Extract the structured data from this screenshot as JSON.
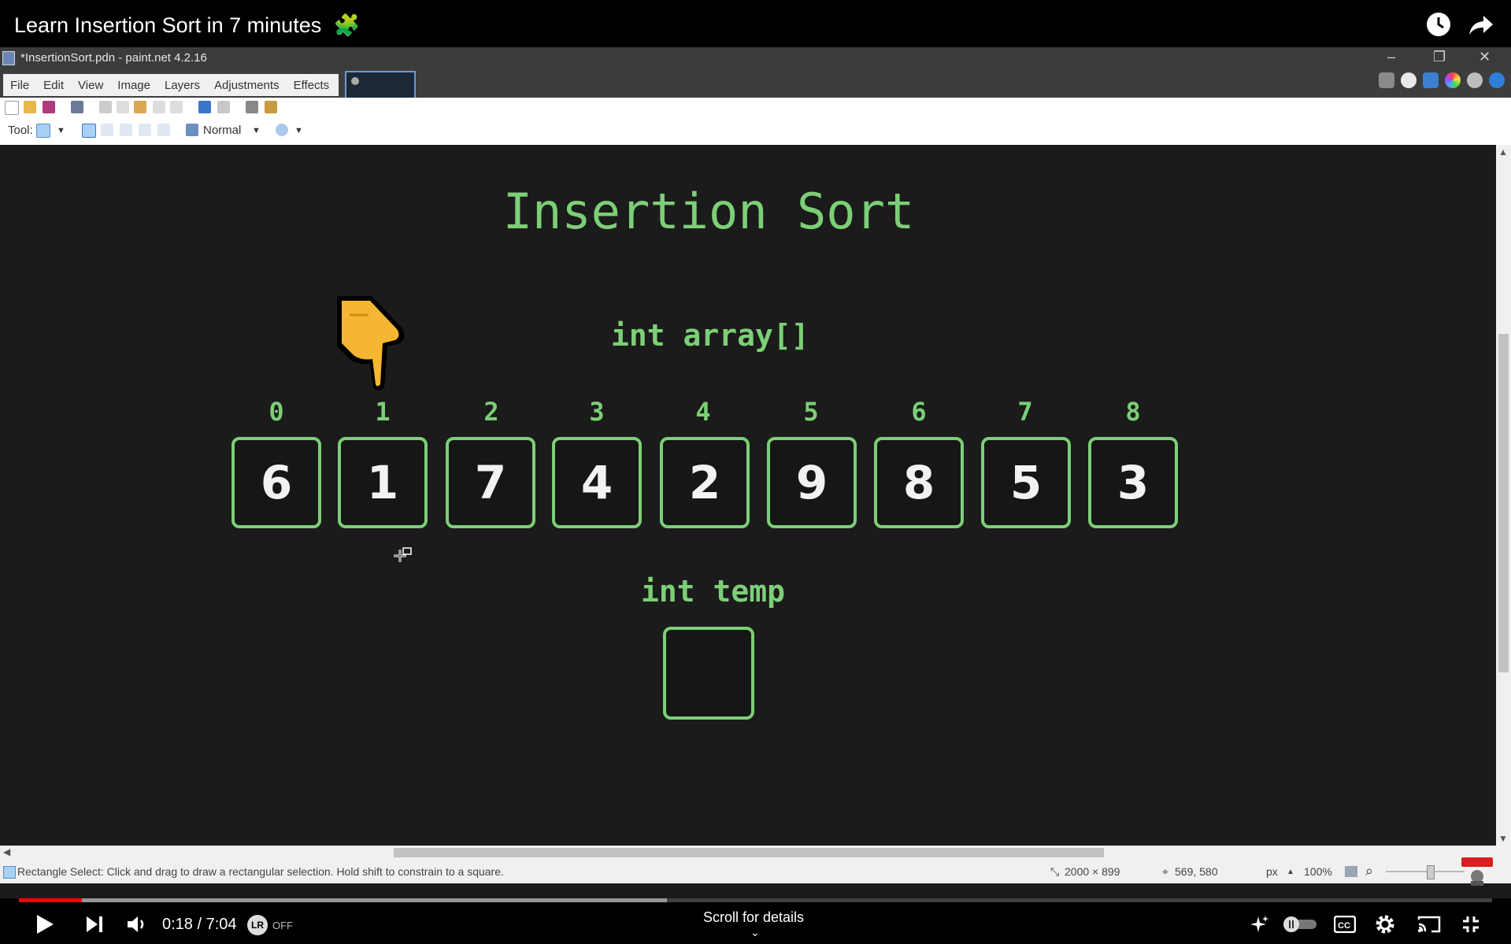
{
  "video": {
    "title": "Learn Insertion Sort in 7 minutes",
    "title_emoji": "🧩",
    "current_time": "0:18",
    "duration": "7:04",
    "time_display": "0:18 / 7:04",
    "lr_badge": "LR",
    "lr_state": "OFF",
    "scroll_hint": "Scroll for details",
    "progress_played": 0.043,
    "progress_buffered": 0.44
  },
  "window": {
    "title": "*InsertionSort.pdn - paint.net 4.2.16",
    "menu": [
      "File",
      "Edit",
      "View",
      "Image",
      "Layers",
      "Adjustments",
      "Effects"
    ],
    "tool_label": "Tool:",
    "blend_mode": "Normal"
  },
  "canvas": {
    "heading": "Insertion Sort",
    "array_label": "int array[]",
    "temp_label": "int temp",
    "indices": [
      "0",
      "1",
      "2",
      "3",
      "4",
      "5",
      "6",
      "7",
      "8"
    ],
    "values": [
      "6",
      "1",
      "7",
      "4",
      "2",
      "9",
      "8",
      "5",
      "3"
    ],
    "pointer_index": 1,
    "temp_value": ""
  },
  "status": {
    "hint": "Rectangle Select: Click and drag to draw a rectangular selection. Hold shift to constrain to a square.",
    "image_size": "2000 × 899",
    "cursor_pos": "569, 580",
    "unit": "px",
    "zoom": "100%"
  },
  "colors": {
    "accent_green": "#7ccf76",
    "progress_red": "#ff0000",
    "canvas_bg": "#1b1b1b"
  },
  "icons": [
    "watch-later-icon",
    "share-icon",
    "play-icon",
    "next-icon",
    "volume-icon",
    "sparkle-icon",
    "autoplay-toggle-icon",
    "captions-icon",
    "settings-icon",
    "cast-icon",
    "exit-fullscreen-icon"
  ]
}
